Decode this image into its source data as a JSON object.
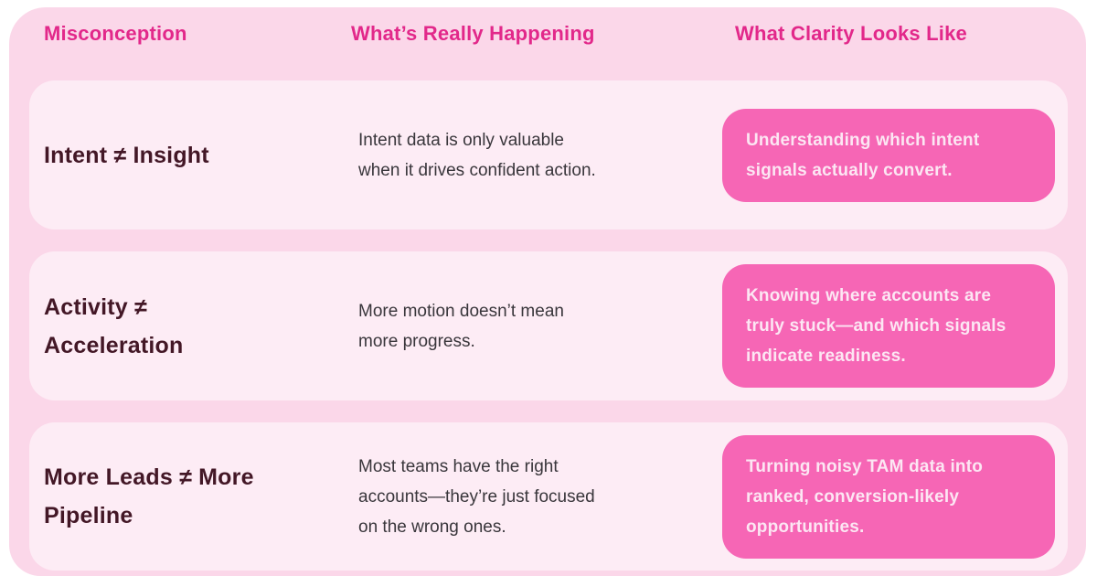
{
  "table": {
    "headers": [
      {
        "label": "Misconception"
      },
      {
        "label": "What’s Really Happening"
      },
      {
        "label": "What Clarity Looks Like"
      }
    ],
    "rows": [
      {
        "misconception": "Intent ≠ Insight",
        "reality": "Intent data is only valuable when it drives confident action.",
        "clarity": "Understanding which intent signals actually convert."
      },
      {
        "misconception": "Activity ≠ Acceleration",
        "reality": "More motion doesn’t mean more progress.",
        "clarity": "Knowing where accounts are truly stuck—and which signals indicate readiness."
      },
      {
        "misconception": "More Leads ≠ More Pipeline",
        "reality": "Most teams have the right accounts—they’re just focused on the wrong ones.",
        "clarity": "Turning noisy TAM data into ranked, conversion-likely opportunities."
      }
    ]
  },
  "colors": {
    "page_background": "#fbd7e9",
    "card_background": "#fdecf5",
    "accent_pink": "#f666b5",
    "header_magenta": "#e2288a",
    "misconception_text": "#431726",
    "body_text": "#39363b",
    "clarity_text": "#fce6f3",
    "outer_margin": "#ffffff"
  }
}
